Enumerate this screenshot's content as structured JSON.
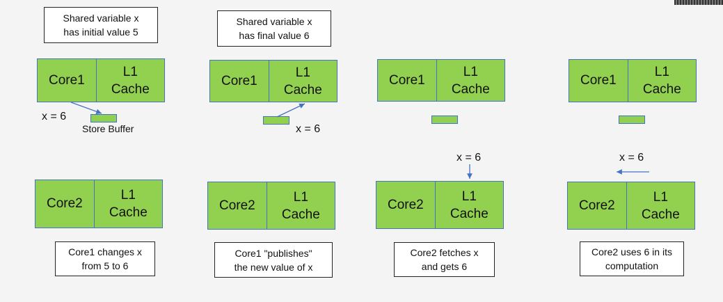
{
  "notes_top": [
    {
      "line1": "Shared variable x",
      "line2": "has initial value 5"
    },
    {
      "line1": "Shared variable x",
      "line2": "has final value 6"
    }
  ],
  "labels": {
    "core1": "Core1",
    "core2": "Core2",
    "l1": "L1",
    "cache": "Cache",
    "x_eq_6": "x = 6",
    "store_buffer": "Store Buffer"
  },
  "captions": [
    {
      "line1": "Core1 changes x",
      "line2": "from 5 to 6"
    },
    {
      "line1": "Core1 \"publishes\"",
      "line2": "the new value of x"
    },
    {
      "line1": "Core2 fetches x",
      "line2": "and gets 6"
    },
    {
      "line1": "Core2 uses 6 in its",
      "line2": "computation"
    }
  ],
  "colors": {
    "block_fill": "#92d050",
    "block_border": "#4472c4",
    "arrow": "#4472c4"
  }
}
